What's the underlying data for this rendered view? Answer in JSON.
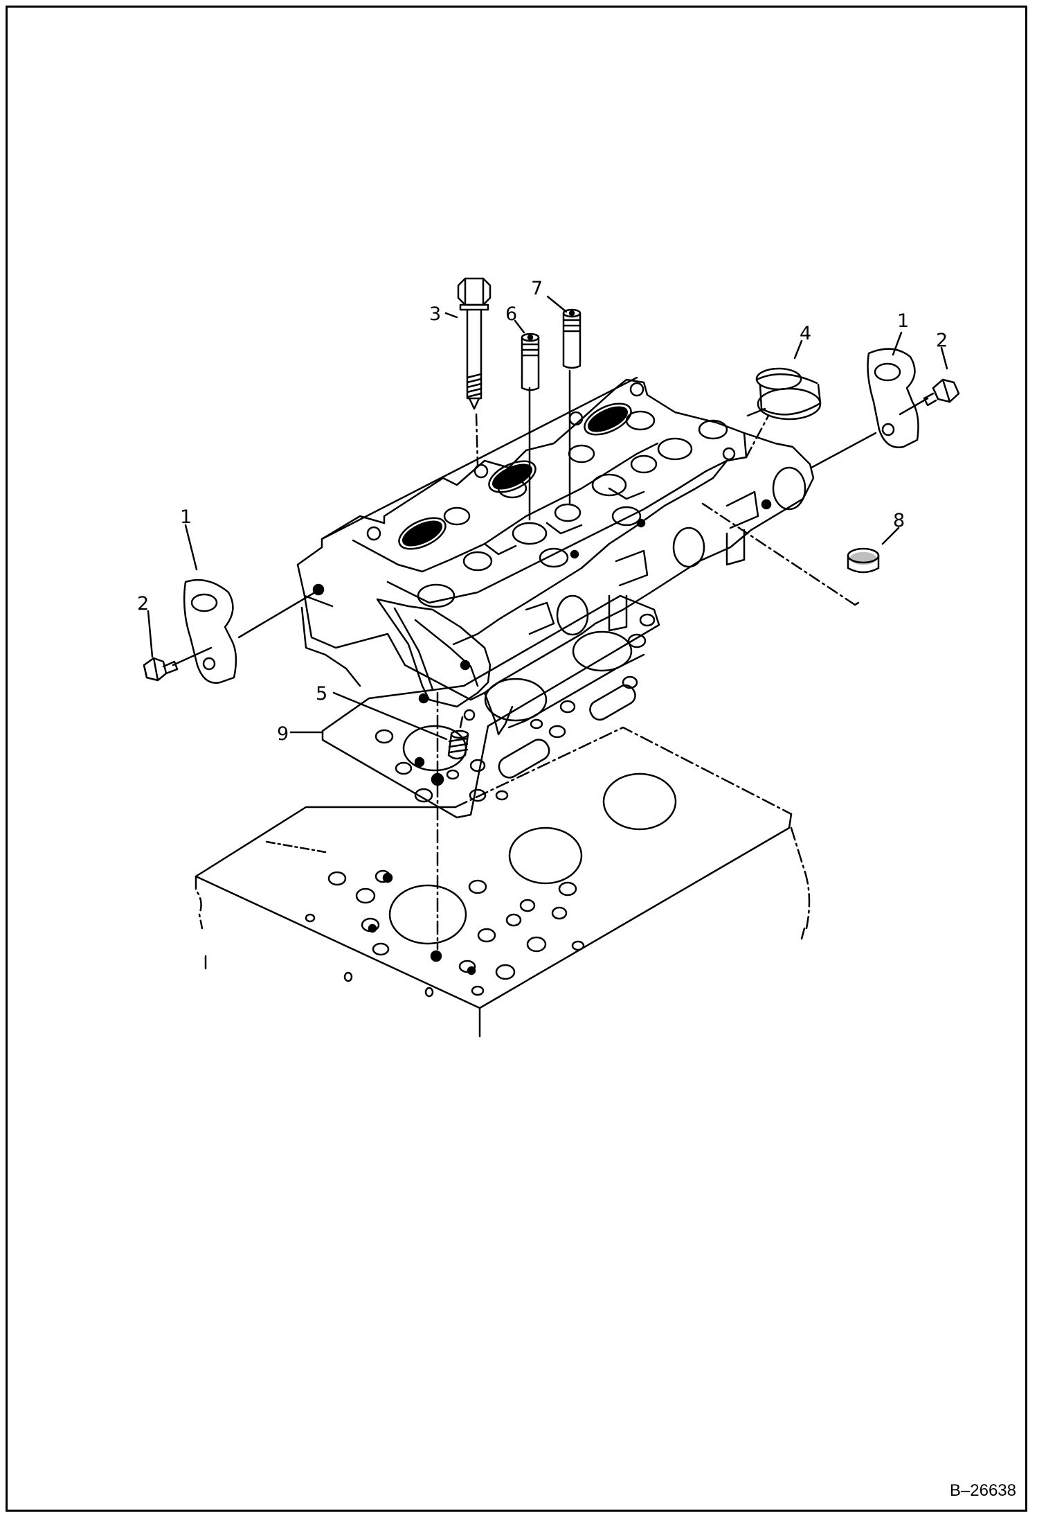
{
  "diagram": {
    "callouts": {
      "c1_right": "1",
      "c1_left": "1",
      "c2_right": "2",
      "c2_left": "2",
      "c3": "3",
      "c4": "4",
      "c5": "5",
      "c6": "6",
      "c7": "7",
      "c8": "8",
      "c9": "9"
    },
    "line_color": "#000000"
  },
  "document_id": "B–26638"
}
